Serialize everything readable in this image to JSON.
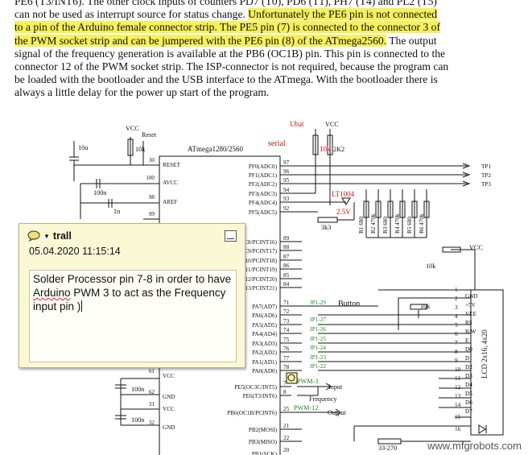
{
  "document": {
    "line1": "PE6 (T3/INT6). The other clock inputs of counters PD7 (T0), PD6 (T1), PH7 (T4) and PL2 (T5)",
    "line2_plain": "can not be used as interrupt source for status change. ",
    "line2_hl": "Unfortunately the PE6 pin is not connected",
    "line3_hl": "to a pin of the Arduino female connector strip. The PE5 pin (7) is connected to the connector 3 of",
    "line4_hl": "the PWM socket strip and can be jumpered with the PE6 pin (8) of the ATmega2560.",
    "line4_plain": " The output",
    "line5": "signal of the frequency generation is available at the PB6 (OC1B) pin. This pin is connected to the",
    "line6": "connector 12 of the PWM socket strip. The ISP-connector is not required, because the program can",
    "line7": "be loaded with the bootloader and the USB interface to the ATmega. With the bootloader there is",
    "line8": "always a little delay for the power up start of the program."
  },
  "schematic": {
    "vcc": "VCC",
    "reset": "Reset",
    "cap10u": "10u",
    "r10k": "10k",
    "cap100n": "100n",
    "ind1n": "1n",
    "chip_title": "ATmega1280/2560",
    "serial": "serial",
    "ubat": "Ubat",
    "r10k_b": "10k",
    "r2k2": "2K2",
    "lt1004": "LT1004",
    "v25": "2.5V",
    "r3k3": "3k3",
    "pins_left": [
      {
        "num": "30",
        "name": "RESET"
      },
      {
        "num": "100",
        "name": "AVCC"
      },
      {
        "num": "98",
        "name": "AREF"
      },
      {
        "num": "99",
        "name": ""
      },
      {
        "num": "61",
        "name": "VCC"
      },
      {
        "num": "62",
        "name": "GND"
      },
      {
        "num": "31",
        "name": "VCC"
      },
      {
        "num": "32",
        "name": "GND"
      }
    ],
    "pins_right": [
      {
        "num": "97",
        "name": "PF0(ADC0)"
      },
      {
        "num": "96",
        "name": "PF1(ADC1)"
      },
      {
        "num": "95",
        "name": "PF2(ADC2)"
      },
      {
        "num": "94",
        "name": "PF3(ADC3)"
      },
      {
        "num": "93",
        "name": "PF4(ADC4)"
      },
      {
        "num": "92",
        "name": "PF5(ADC5)"
      },
      {
        "num": "89",
        "name": "C8/PCINT16)"
      },
      {
        "num": "88",
        "name": "C9/PCINT17)"
      },
      {
        "num": "87",
        "name": "10/PCINT18)"
      },
      {
        "num": "86",
        "name": "11/PCINT19)"
      },
      {
        "num": "85",
        "name": "12/PCINT20)"
      },
      {
        "num": "84",
        "name": "13/PCINT21)"
      },
      {
        "num": "71",
        "name": "PA7(AD7)"
      },
      {
        "num": "72",
        "name": "PA6(AD6)"
      },
      {
        "num": "73",
        "name": "PA5(AD5)"
      },
      {
        "num": "74",
        "name": "PA4(AD4)"
      },
      {
        "num": "75",
        "name": "PA3(AD3)"
      },
      {
        "num": "76",
        "name": "PA2(AD2)"
      },
      {
        "num": "77",
        "name": "PA1(AD1)"
      },
      {
        "num": "78",
        "name": "PA0(AD0)"
      },
      {
        "num": "7",
        "name": "PE5(OC3C/INT5)"
      },
      {
        "num": "8",
        "name": "PE6(T3/INT6)"
      },
      {
        "num": "25",
        "name": "PB6(OC1B/PCINT6)"
      },
      {
        "num": "21",
        "name": "PB2(MOSI)"
      },
      {
        "num": "22",
        "name": "PB3(MISO)"
      },
      {
        "num": "20",
        "name": "PB1(SCK)"
      }
    ],
    "tp": [
      "TP1",
      "TP2",
      "TP3"
    ],
    "res_right": [
      "R1",
      "R2",
      "R3",
      "R4",
      "R5",
      "R6"
    ],
    "res_vals": [
      "680",
      "470k",
      "680",
      "470k",
      "680",
      "470k"
    ],
    "jp_labels": [
      "JP1-29",
      "JP1-27",
      "JP1-26",
      "JP1-25",
      "JP1-24",
      "JP1-23",
      "JP1-22"
    ],
    "button": "Button",
    "pwm3": "PWM-3",
    "input": "Input",
    "frequency": "Frequency",
    "pwm12": "PWM-12",
    "output": "Output",
    "r10k_c": "10k",
    "r10k_d": "10k",
    "lcd_label": "LCD 2x16, 4x20",
    "lcd_pins": [
      "GND",
      "+5V",
      "VEE",
      "RS",
      "R/W",
      "E",
      "D0",
      "D1",
      "D2",
      "D3",
      "D4",
      "D5",
      "D6",
      "D7"
    ],
    "lcd_nums": [
      "1",
      "2",
      "3",
      "4",
      "5",
      "6",
      "7",
      "8",
      "9",
      "10",
      "11",
      "12",
      "13",
      "14",
      "15",
      "16"
    ],
    "r33": "33-270",
    "cap100n_b": "100n",
    "cap100n_c": "100n"
  },
  "comment": {
    "author": "trall",
    "date": "05.04.2020 11:15:14",
    "text_line1": "Solder Processor pin 7-8 in order to have",
    "text_line2_u": "Arduino",
    "text_line2_rest": " PWM 3 to act as the Frequency",
    "text_line3": "input pin )"
  },
  "watermark": "www.mfgrobots.com"
}
